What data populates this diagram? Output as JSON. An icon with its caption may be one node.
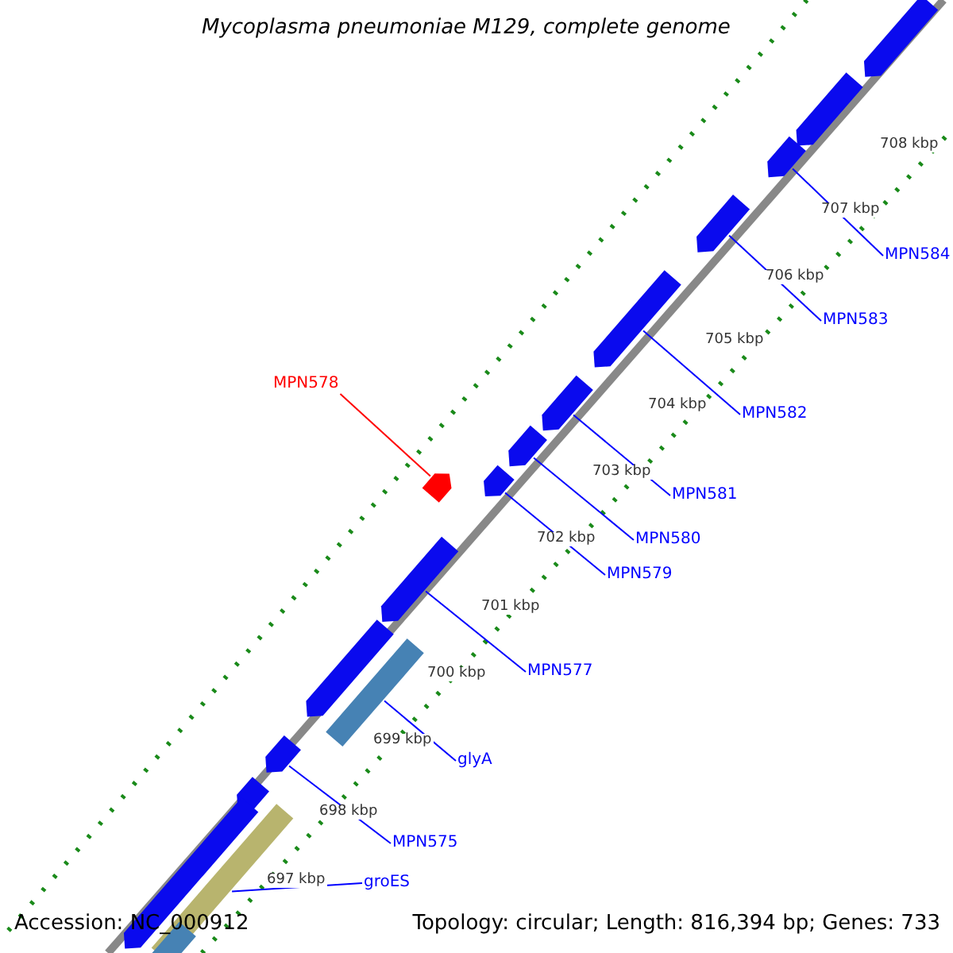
{
  "diagram": {
    "title": "Mycoplasma pneumoniae M129, complete genome",
    "nodes": [
      {
        "text": [],
        "shape": "arrow"
      },
      {
        "text": [],
        "shape": "arrow"
      },
      {
        "text": [
          "MPN584"
        ]
      },
      {
        "text": [],
        "shape": "arrow"
      },
      {
        "text": [
          "MPN583"
        ]
      },
      {
        "text": [],
        "shape": "arrow"
      },
      {
        "text": [
          "MPN578"
        ]
      },
      {
        "text": [],
        "shape": "arrow"
      },
      {
        "text": [
          "MPN582"
        ]
      },
      {
        "text": [],
        "shape": "arrow"
      },
      {
        "text": [
          "MPN581"
        ]
      },
      {
        "text": [],
        "shape": "arrow"
      },
      {
        "text": [
          "MPN580"
        ]
      },
      {
        "text": [],
        "shape": "arrow"
      },
      {
        "text": [
          "MPN579"
        ]
      },
      {
        "text": [],
        "shape": "arrow"
      },
      {
        "text": [
          "MPN577"
        ]
      },
      {
        "text": [],
        "shape": "arrow"
      },
      {
        "text": [],
        "shape": "arrow"
      },
      {
        "text": [
          "glyA"
        ]
      },
      {
        "text": [],
        "shape": "box"
      },
      {
        "text": [
          "MPN575"
        ]
      },
      {
        "text": [],
        "shape": "arrow"
      },
      {
        "text": [],
        "shape": "arrow"
      },
      {
        "text": [
          "groES"
        ]
      },
      {
        "text": [],
        "shape": "box"
      },
      {
        "text": [],
        "shape": "arrow"
      },
      {
        "text": [],
        "shape": "arrow"
      }
    ],
    "edges": [
      {
        "from": 2,
        "to": 3,
        "arrow": "none"
      },
      {
        "from": 4,
        "to": 5,
        "arrow": "none"
      },
      {
        "from": 6,
        "to": 7,
        "arrow": "none",
        "color": "#ff0000"
      },
      {
        "from": 8,
        "to": 9,
        "arrow": "none"
      },
      {
        "from": 10,
        "to": 11,
        "arrow": "none"
      },
      {
        "from": 12,
        "to": 13,
        "arrow": "none"
      },
      {
        "from": 14,
        "to": 15,
        "arrow": "none"
      },
      {
        "from": 16,
        "to": 17,
        "arrow": "none"
      },
      {
        "from": 19,
        "to": 20,
        "arrow": "none"
      },
      {
        "from": 21,
        "to": 22,
        "arrow": "none"
      },
      {
        "from": 24,
        "to": 25,
        "arrow": "none"
      }
    ],
    "labels": [
      "708 kbp",
      "707 kbp",
      "706 kbp",
      "705 kbp",
      "704 kbp",
      "703 kbp",
      "702 kbp",
      "701 kbp",
      "700 kbp",
      "699 kbp",
      "698 kbp",
      "697 kbp",
      "Accession: NC_000912",
      "Topology: circular; Length: 816,394 bp; Genes: 733"
    ]
  }
}
